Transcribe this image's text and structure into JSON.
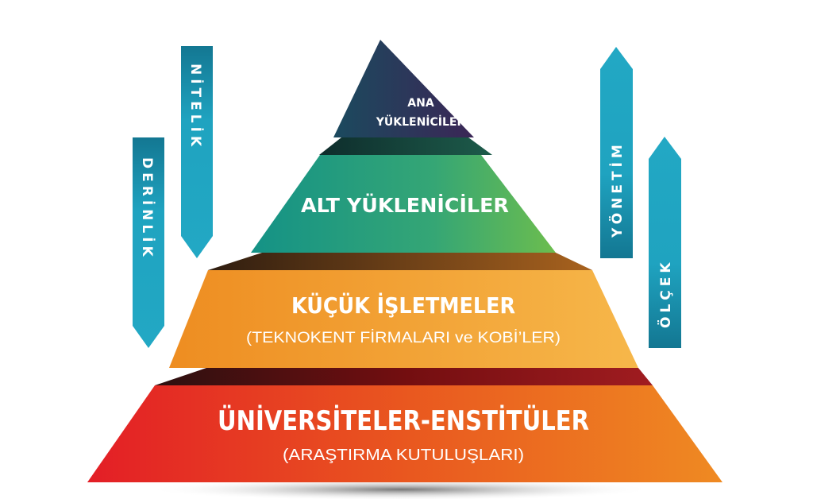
{
  "tiers": [
    {
      "title_line1": "ANA",
      "title_line2": "YÜKLENİCİLER"
    },
    {
      "title": "ALT YÜKLENİCİLER"
    },
    {
      "title": "KÜÇÜK İŞLETMELER",
      "subtitle": "(TEKNOKENT FİRMALARI ve KOBİ’LER)"
    },
    {
      "title": "ÜNİVERSİTELER-ENSTİTÜLER",
      "subtitle": "(ARAŞTIRMA KUTULUŞLARI)"
    }
  ],
  "arrows": {
    "left": [
      {
        "label": "NİTELİK",
        "direction": "down"
      },
      {
        "label": "DERİNLİK",
        "direction": "down"
      }
    ],
    "right": [
      {
        "label": "YÖNETİM",
        "direction": "up"
      },
      {
        "label": "ÖLÇEK",
        "direction": "up"
      }
    ]
  },
  "colors": {
    "arrow": "#1fa3c0",
    "green": "#2a9d8a",
    "orange": "#f19a2a",
    "red": "#e52427",
    "navy": "#1c3c55"
  }
}
